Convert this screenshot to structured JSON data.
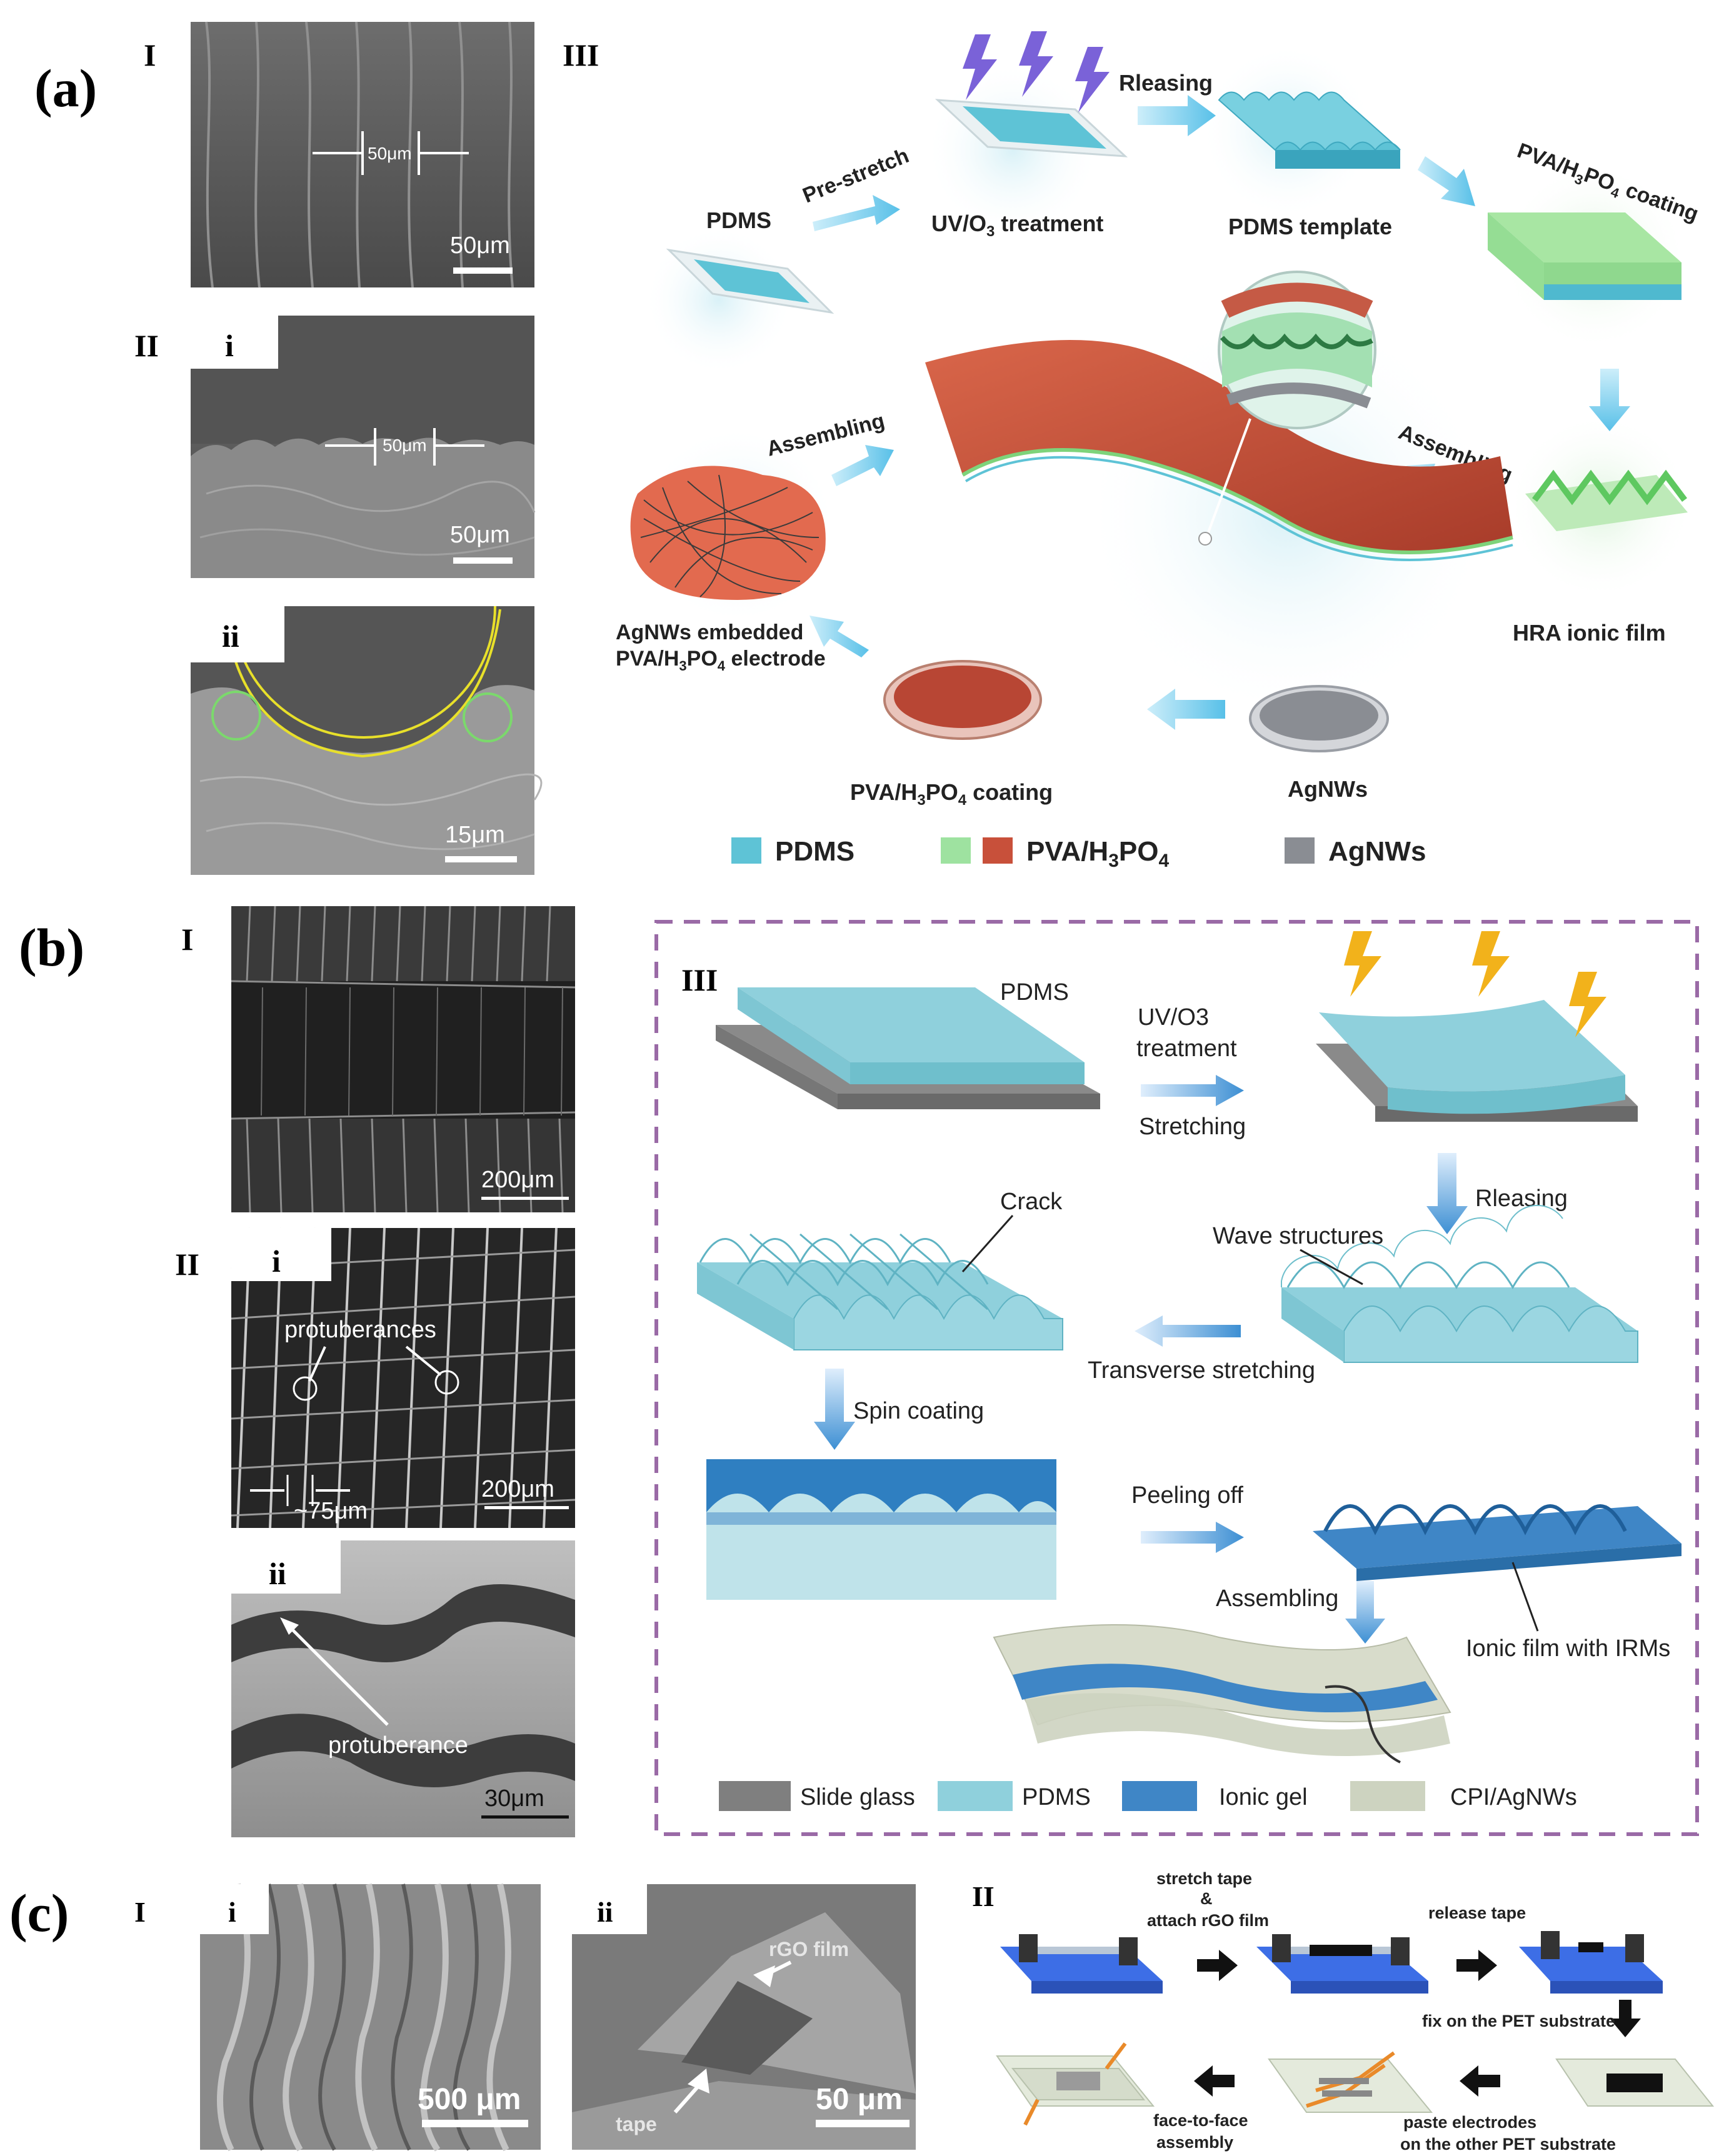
{
  "panel_a": {
    "label": "(a)",
    "sub_I": "I",
    "sub_II": "II",
    "sub_i": "i",
    "sub_ii": "ii",
    "sub_III": "III",
    "sem_I": {
      "measure": "50μm",
      "scale": "50μm"
    },
    "sem_II_i": {
      "measure": "50μm",
      "scale": "50μm"
    },
    "sem_II_ii": {
      "scale": "15μm"
    },
    "steps": {
      "pdms": "PDMS",
      "pre_stretch": "Pre-stretch",
      "uv_prefix": "UV/O",
      "uv_sub": "3",
      "uv_suffix": " treatment",
      "releasing": "Rleasing",
      "template": "PDMS template",
      "pva_coating_a": "PVA/H",
      "pva_coating_b": "3",
      "pva_coating_c": "PO",
      "pva_coating_d": "4",
      "pva_coating_e": " coating",
      "hra": "HRA ionic film",
      "assembling_right": "Assembling",
      "assembling_left": "Assembling",
      "agnws": "AgNWs",
      "pva_coat2_a": "PVA/H",
      "pva_coat2_b": "3",
      "pva_coat2_c": "PO",
      "pva_coat2_d": "4",
      "pva_coat2_e": " coating",
      "electrode_line1": "AgNWs embedded",
      "electrode_a": "PVA/H",
      "electrode_b": "3",
      "electrode_c": "PO",
      "electrode_d": "4",
      "electrode_e": "  electrode"
    },
    "legend": {
      "pdms": "PDMS",
      "pva_a": "PVA/H",
      "pva_b": "3",
      "pva_c": "PO",
      "pva_d": "4",
      "agnws": "AgNWs"
    },
    "colors": {
      "pdms": "#5ec3d6",
      "pva_green": "#9ee2a0",
      "pva_red": "#c8503a",
      "agnws": "#8a8d93"
    }
  },
  "panel_b": {
    "label": "(b)",
    "sub_I": "I",
    "sub_II": "II",
    "sub_i": "i",
    "sub_ii": "ii",
    "sub_III": "III",
    "sem_I": {
      "scale": "200μm"
    },
    "sem_II_i": {
      "annotation": "protuberances",
      "measure": "~75μm",
      "scale": "200μm"
    },
    "sem_II_ii": {
      "annotation": "protuberance",
      "scale": "30μm"
    },
    "steps": {
      "pdms": "PDMS",
      "uv_line1": "UV/O3",
      "uv_line2": "treatment",
      "stretching": "Stretching",
      "releasing": "Rleasing",
      "crack": "Crack",
      "wave": "Wave structures",
      "transverse": "Transverse stretching",
      "spin": "Spin coating",
      "peeling": "Peeling off",
      "assembling": "Assembling",
      "ionic_film": "Ionic film with IRMs"
    },
    "legend": {
      "slide_glass": "Slide glass",
      "pdms": "PDMS",
      "ionic_gel": "Ionic gel",
      "cpi": "CPI/AgNWs"
    },
    "colors": {
      "slide_glass": "#7f7f7f",
      "pdms": "#8fd0dc",
      "ionic_gel": "#3f86c6",
      "cpi": "#cdd3c0",
      "dash": "#9a6aa6"
    }
  },
  "panel_c": {
    "label": "(c)",
    "sub_I": "I",
    "sub_i": "i",
    "sub_ii": "ii",
    "sub_II": "II",
    "sem_i": {
      "scale": "500 μm"
    },
    "sem_ii": {
      "label_rgo": "rGO film",
      "label_tape": "tape",
      "scale": "50 μm"
    },
    "steps": {
      "stretch_line1": "stretch tape",
      "stretch_line2": "&",
      "stretch_line3": "attach rGO film",
      "release": "release tape",
      "fix": "fix on the PET substrate",
      "paste_line1": "paste electrodes",
      "paste_line2": "on the other PET substrate",
      "face_line1": "face-to-face",
      "face_line2": "assembly"
    }
  }
}
